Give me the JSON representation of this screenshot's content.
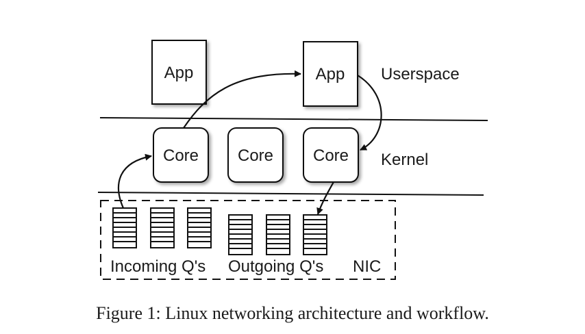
{
  "diagram": {
    "apps": [
      "App",
      "App"
    ],
    "layers": {
      "userspace": "Userspace",
      "kernel": "Kernel",
      "nic": "NIC"
    },
    "cores": [
      "Core",
      "Core",
      "Core"
    ],
    "queues": {
      "incoming_label": "Incoming Q's",
      "outgoing_label": "Outgoing Q's"
    }
  },
  "caption": "Figure 1: Linux networking architecture and workflow."
}
